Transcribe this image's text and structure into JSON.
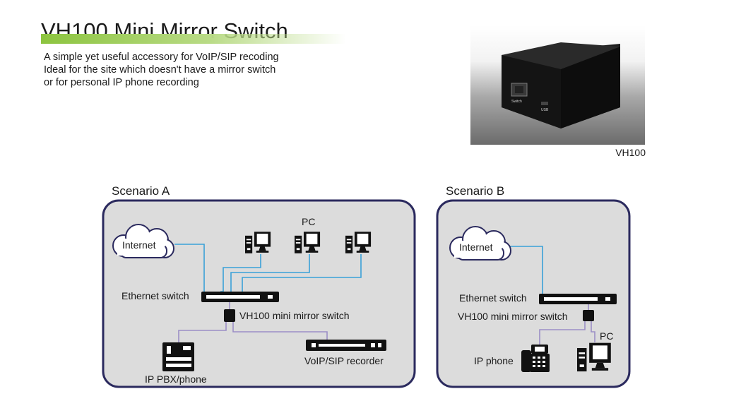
{
  "header": {
    "title": "VH100 Mini Mirror Switch",
    "description": [
      "A simple yet useful accessory for VoIP/SIP recoding",
      "Ideal for the site which doesn't have a mirror switch",
      "or for personal IP phone recording"
    ]
  },
  "product": {
    "caption": "VH100",
    "port_labels": [
      "Switch",
      "USB"
    ]
  },
  "scenario_a": {
    "title": "Scenario A",
    "labels": {
      "internet": "Internet",
      "pc": "PC",
      "ethernet_switch": "Ethernet switch",
      "mirror_switch": "VH100 mini mirror switch",
      "pbx": "IP PBX/phone",
      "recorder": "VoIP/SIP recorder"
    }
  },
  "scenario_b": {
    "title": "Scenario B",
    "labels": {
      "internet": "Internet",
      "ethernet_switch": "Ethernet switch",
      "mirror_switch": "VH100 mini mirror switch",
      "pc": "PC",
      "ip_phone": "IP phone"
    }
  },
  "colors": {
    "panel_border": "#2b2a5e",
    "panel_fill": "#dcdcdc",
    "network_line": "#3aa1d8",
    "mirror_line": "#9b8fc6",
    "device": "#111111"
  }
}
